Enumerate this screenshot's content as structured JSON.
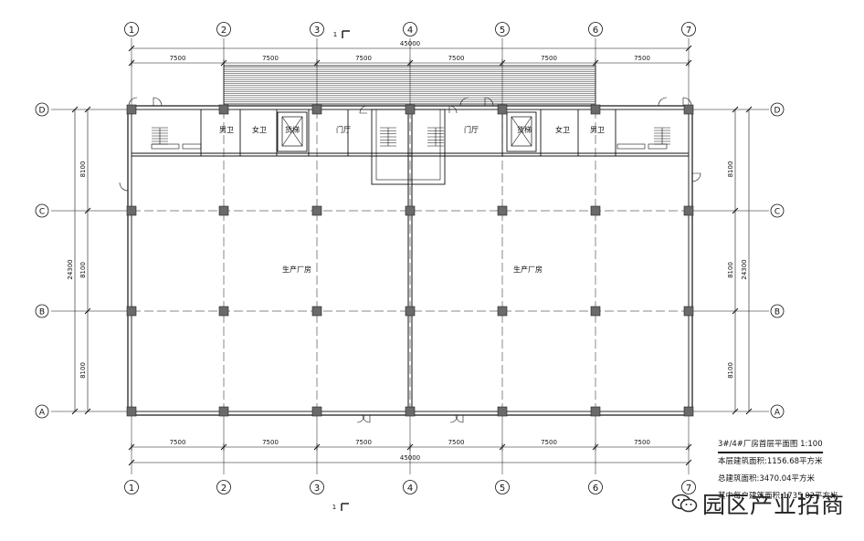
{
  "grid_columns": [
    "1",
    "2",
    "3",
    "4",
    "5",
    "6",
    "7"
  ],
  "grid_rows": [
    "D",
    "C",
    "B",
    "A"
  ],
  "grid_column_glyphs": [
    "①",
    "②",
    "③",
    "④",
    "⑤",
    "⑥",
    "⑦"
  ],
  "bay_dimension": "7500",
  "bay_count": 6,
  "total_width": "45000",
  "row_spacing": [
    "8100",
    "8100",
    "8100"
  ],
  "total_depth": "24300",
  "section_mark": "1",
  "rooms": {
    "toilet_male": "男卫",
    "toilet_female": "女卫",
    "freight_lift": "货梯",
    "lobby": "门厅",
    "production": "生产厂房"
  },
  "info": {
    "title": "3#/4#厂房首层平面图 1:100",
    "floor_area": "本层建筑面积:1156.68平方米",
    "total_area": "总建筑面积:3470.04平方米",
    "other_area": "其中每户建筑面积:1735.02平方米"
  },
  "watermark": "园区产业招商"
}
